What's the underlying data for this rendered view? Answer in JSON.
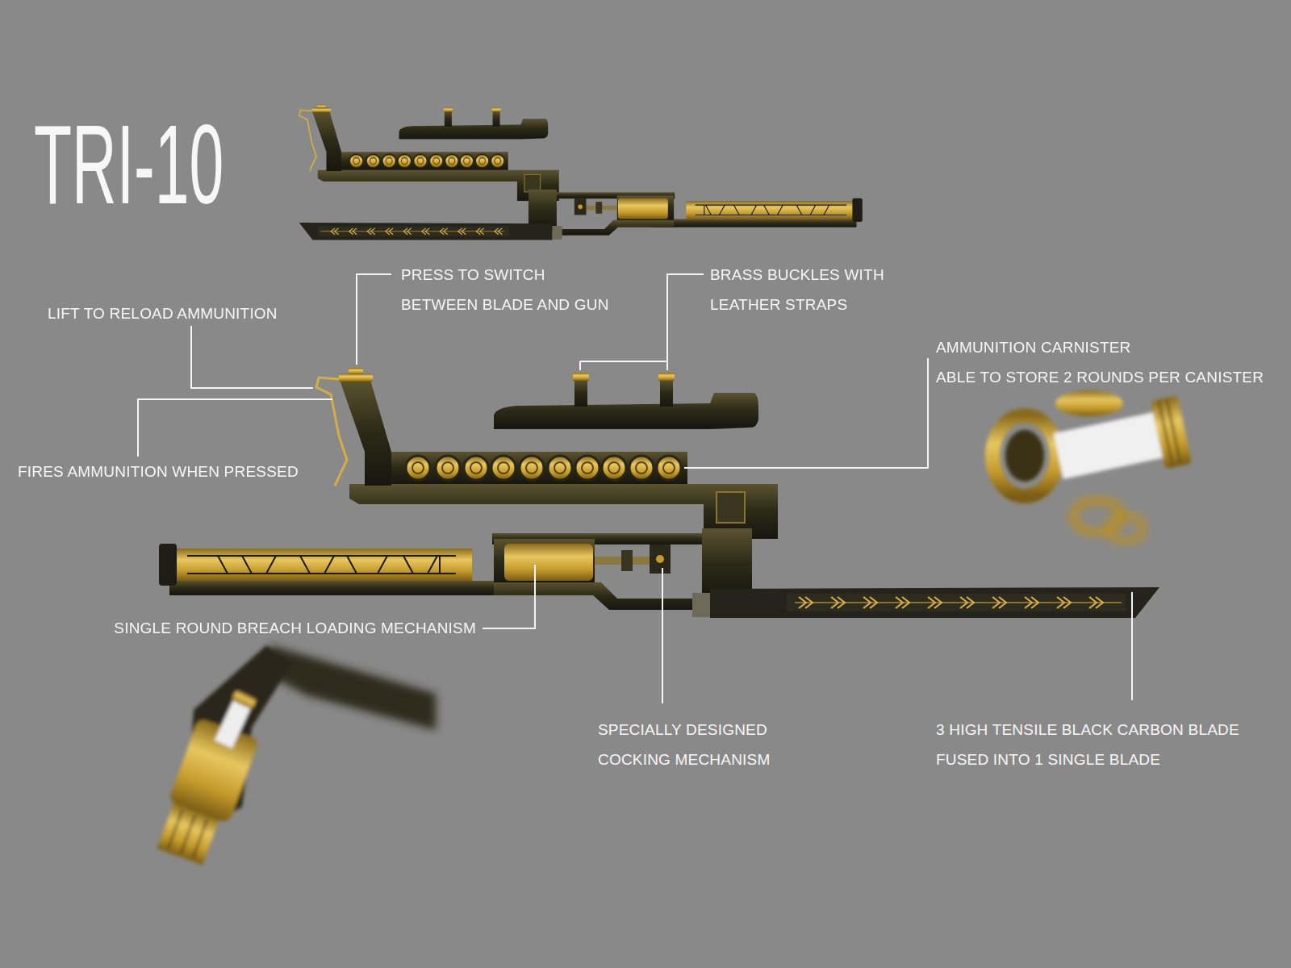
{
  "diagram": {
    "title": "TRI-10",
    "labels": [
      "PRESS TO SWITCH BETWEEN BLADE AND GUN",
      "BRASS BUCKLES WITH LEATHER STRAPS",
      "LIFT TO RELOAD AMMUNITION",
      "AMMUNITION CARNISTER",
      "ABLE TO STORE 2 ROUNDS PER CANISTER",
      "FIRES AMMUNITION WHEN PRESSED",
      "SINGLE ROUND BREACH LOADING MECHANISM",
      "SPECIALLY DESIGNED COCKING MECHANISM",
      "3 HIGH TENSILE BLACK CARBON BLADE FUSED INTO 1 SINGLE BLADE"
    ]
  }
}
